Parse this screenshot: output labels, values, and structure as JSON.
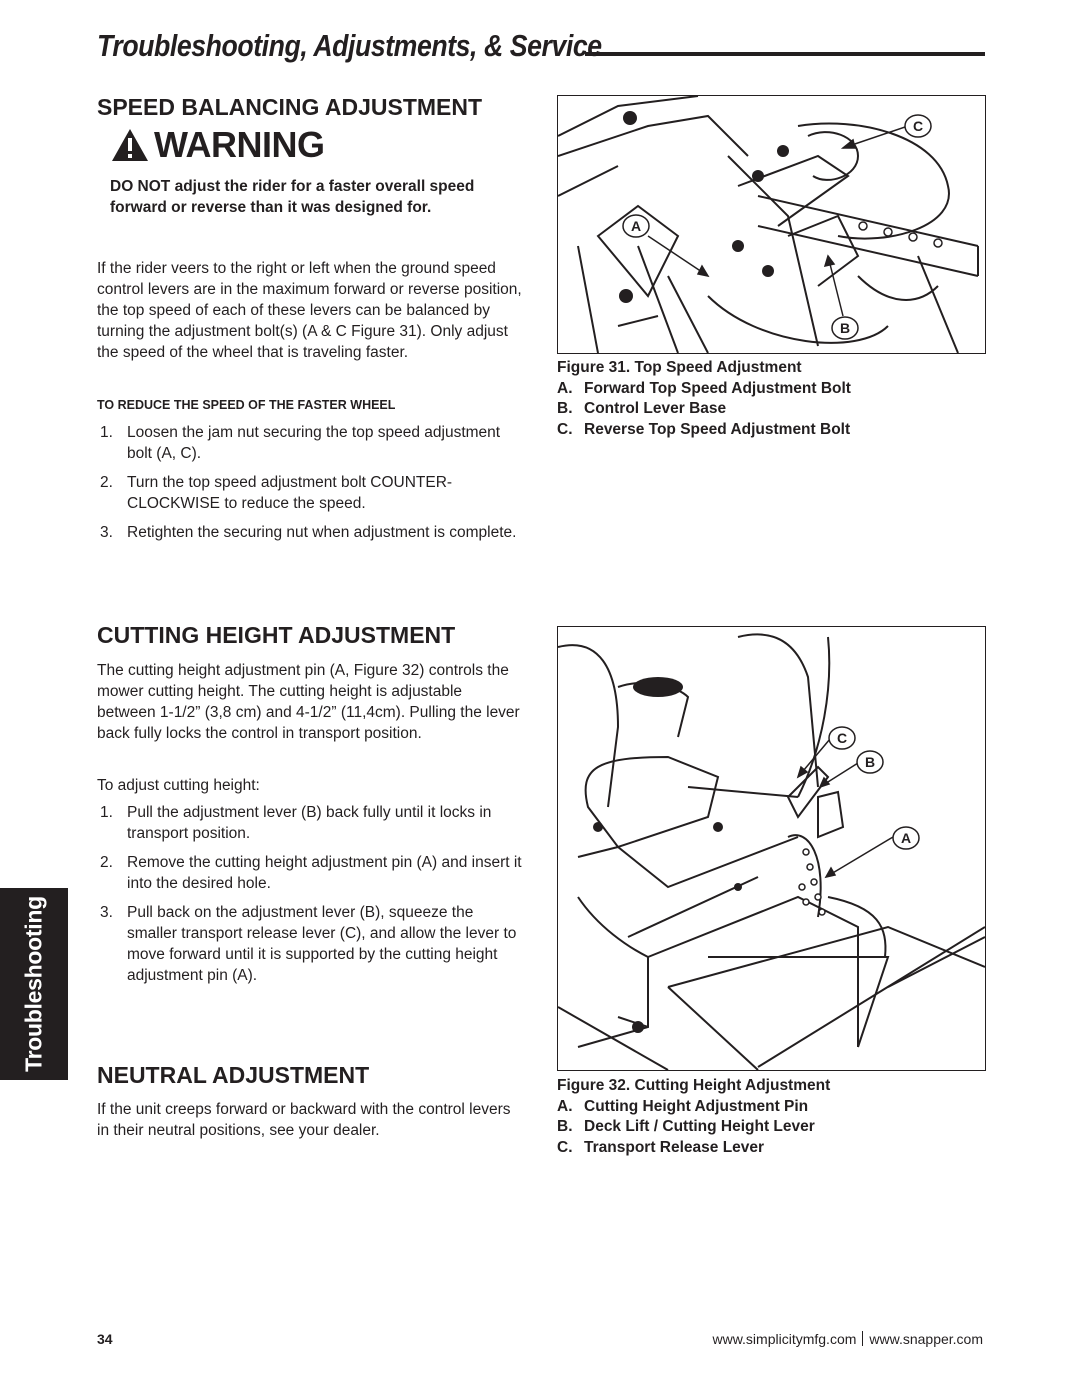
{
  "header": {
    "title": "Troubleshooting, Adjustments, & Service"
  },
  "speed_balancing": {
    "heading": "SPEED BALANCING ADJUSTMENT",
    "warning_label": "WARNING",
    "warning_text": "DO NOT adjust the rider for a faster overall speed forward or reverse than it was designed for.",
    "body": "If the rider veers to the right or left when the ground speed control levers are in the maximum forward or reverse position, the top speed of each of these levers can be balanced by turning the adjustment bolt(s) (A & C Figure 31).  Only adjust the speed of the wheel that is traveling faster.",
    "subheading": "TO REDUCE THE SPEED OF THE FASTER WHEEL",
    "steps": [
      {
        "num": "1.",
        "text": "Loosen the jam nut securing the top speed adjustment bolt (A, C)."
      },
      {
        "num": "2.",
        "text": "Turn the top speed adjustment bolt COUNTER-CLOCKWISE to reduce the speed."
      },
      {
        "num": "3.",
        "text": "Retighten the securing nut when adjustment is complete."
      }
    ]
  },
  "figure31": {
    "callouts": [
      "A",
      "B",
      "C"
    ],
    "caption_title": "Figure 31.  Top Speed Adjustment",
    "items": [
      {
        "label": "A.",
        "text": "Forward Top Speed Adjustment Bolt"
      },
      {
        "label": "B.",
        "text": "Control Lever Base"
      },
      {
        "label": "C.",
        "text": "Reverse Top Speed Adjustment Bolt"
      }
    ]
  },
  "cutting_height": {
    "heading": "CUTTING HEIGHT ADJUSTMENT",
    "body": "The cutting height adjustment pin (A, Figure 32) controls the mower cutting height.  The cutting height is adjustable between 1-1/2” (3,8 cm) and 4-1/2” (11,4cm).  Pulling the lever back fully locks the control in transport position.",
    "intro": "To adjust cutting height:",
    "steps": [
      {
        "num": "1.",
        "text": "Pull the adjustment lever (B) back fully until it locks in transport position."
      },
      {
        "num": "2.",
        "text": "Remove the cutting height adjustment pin (A) and insert it into the desired hole."
      },
      {
        "num": "3.",
        "text": "Pull back on the adjustment lever (B), squeeze the smaller transport release lever (C), and allow the lever to move forward until it is supported by the cutting height adjustment pin (A)."
      }
    ]
  },
  "figure32": {
    "callouts": [
      "C",
      "B",
      "A"
    ],
    "caption_title": "Figure 32.  Cutting Height Adjustment",
    "items": [
      {
        "label": "A.",
        "text": "Cutting Height Adjustment Pin"
      },
      {
        "label": "B.",
        "text": "Deck Lift / Cutting Height Lever"
      },
      {
        "label": "C.",
        "text": "Transport Release Lever"
      }
    ]
  },
  "neutral": {
    "heading": "NEUTRAL ADJUSTMENT",
    "body": "If the unit creeps forward or backward with the control levers in their neutral positions, see your dealer."
  },
  "side_tab": {
    "label": "Troubleshooting"
  },
  "footer": {
    "page_number": "34",
    "url1": "www.simplicitymfg.com",
    "url2": "www.snapper.com"
  }
}
